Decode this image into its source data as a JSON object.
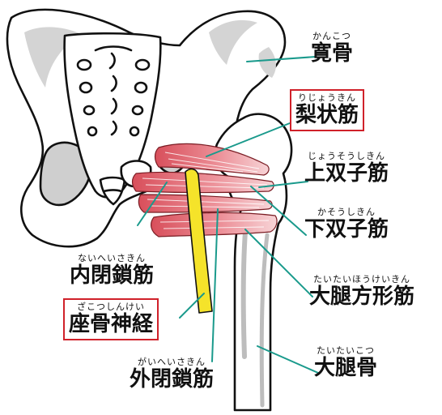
{
  "labels": [
    {
      "id": "hip-bone",
      "ruby": "かんこつ",
      "name": "寛骨",
      "boxed": false
    },
    {
      "id": "piriformis",
      "ruby": "りじょうきん",
      "name": "梨状筋",
      "boxed": true
    },
    {
      "id": "superior-gemellus",
      "ruby": "じょうそうしきん",
      "name": "上双子筋",
      "boxed": false
    },
    {
      "id": "inferior-gemellus",
      "ruby": "かそうしきん",
      "name": "下双子筋",
      "boxed": false
    },
    {
      "id": "quadratus-femoris",
      "ruby": "たいたいほうけいきん",
      "name": "大腿方形筋",
      "boxed": false
    },
    {
      "id": "femur",
      "ruby": "たいたいこつ",
      "name": "大腿骨",
      "boxed": false
    },
    {
      "id": "obturator-internus",
      "ruby": "ないへいさきん",
      "name": "内閉鎖筋",
      "boxed": false
    },
    {
      "id": "sciatic-nerve",
      "ruby": "ざこつしんけい",
      "name": "座骨神経",
      "boxed": true
    },
    {
      "id": "obturator-externus",
      "ruby": "がいへいさきん",
      "name": "外閉鎖筋",
      "boxed": false
    }
  ],
  "colors": {
    "highlight_box": "#d0212a",
    "leader_line": "#1a9a8c",
    "muscle": "#e3727b",
    "muscle_light": "#f4c2c6",
    "nerve": "#f5e32a",
    "bone_shadow": "#cfcfcf",
    "outline": "#111111"
  }
}
